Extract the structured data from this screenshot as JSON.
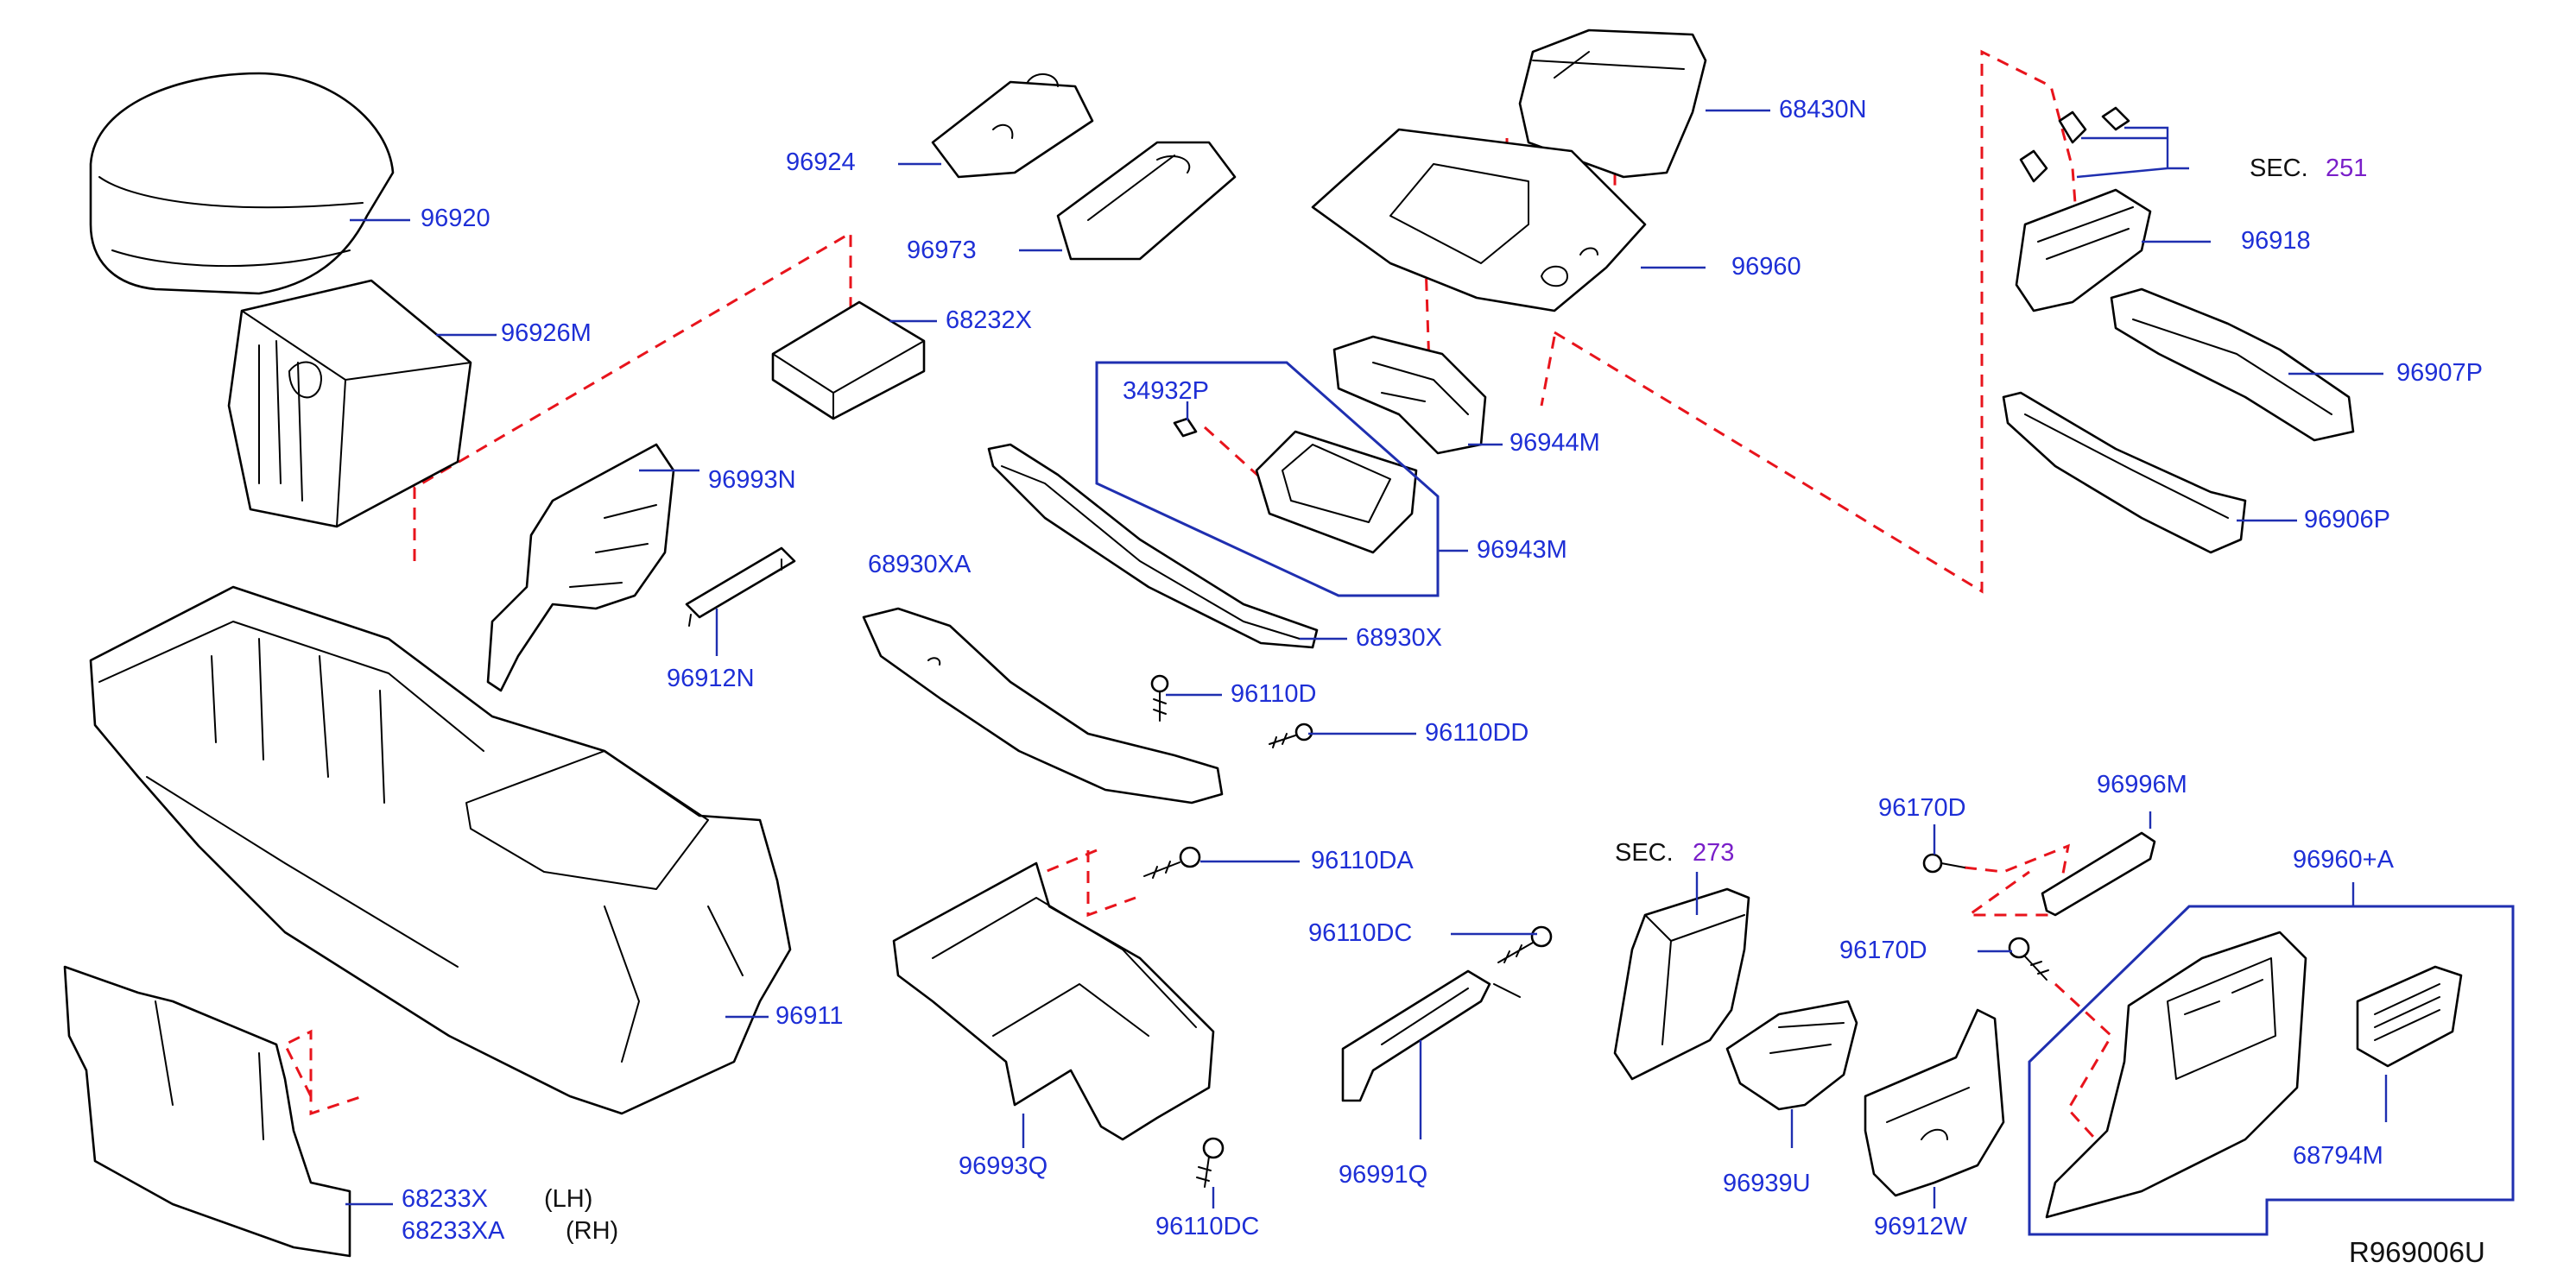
{
  "colors": {
    "label": "#1e2fd6",
    "leader": "#1f2fb0",
    "dashed_link": "#e8141c",
    "section_ref": "#7a1fc9",
    "outline": "#000000",
    "background": "#ffffff"
  },
  "reference_code": "R969006U",
  "parts": {
    "p96920": "96920",
    "p96926M": "96926M",
    "p96924": "96924",
    "p96973": "96973",
    "p68232X": "68232X",
    "p68430N": "68430N",
    "p96960": "96960",
    "p34932P": "34932P",
    "p96944M": "96944M",
    "p96943M": "96943M",
    "p96993N": "96993N",
    "p96912N": "96912N",
    "p68930XA": "68930XA",
    "p68930X": "68930X",
    "p96110D": "96110D",
    "p96110DD": "96110DD",
    "p96918": "96918",
    "p96907P": "96907P",
    "p96906P": "96906P",
    "p96911": "96911",
    "p68233X": "68233X",
    "p68233XA": "68233XA",
    "p96110DA": "96110DA",
    "p96110DC_top": "96110DC",
    "p96993Q": "96993Q",
    "p96110DC_bottom": "96110DC",
    "p96991Q": "96991Q",
    "p96939U": "96939U",
    "p96912W": "96912W",
    "p96170D_top": "96170D",
    "p96170D_bottom": "96170D",
    "p96996M": "96996M",
    "p96960A": "96960+A",
    "p68794M": "68794M"
  },
  "side_notes": {
    "lh": "(LH)",
    "rh": "(RH)"
  },
  "section_refs": {
    "sec251_prefix": "SEC.",
    "sec251_number": "251",
    "sec273_prefix": "SEC.",
    "sec273_number": "273"
  }
}
